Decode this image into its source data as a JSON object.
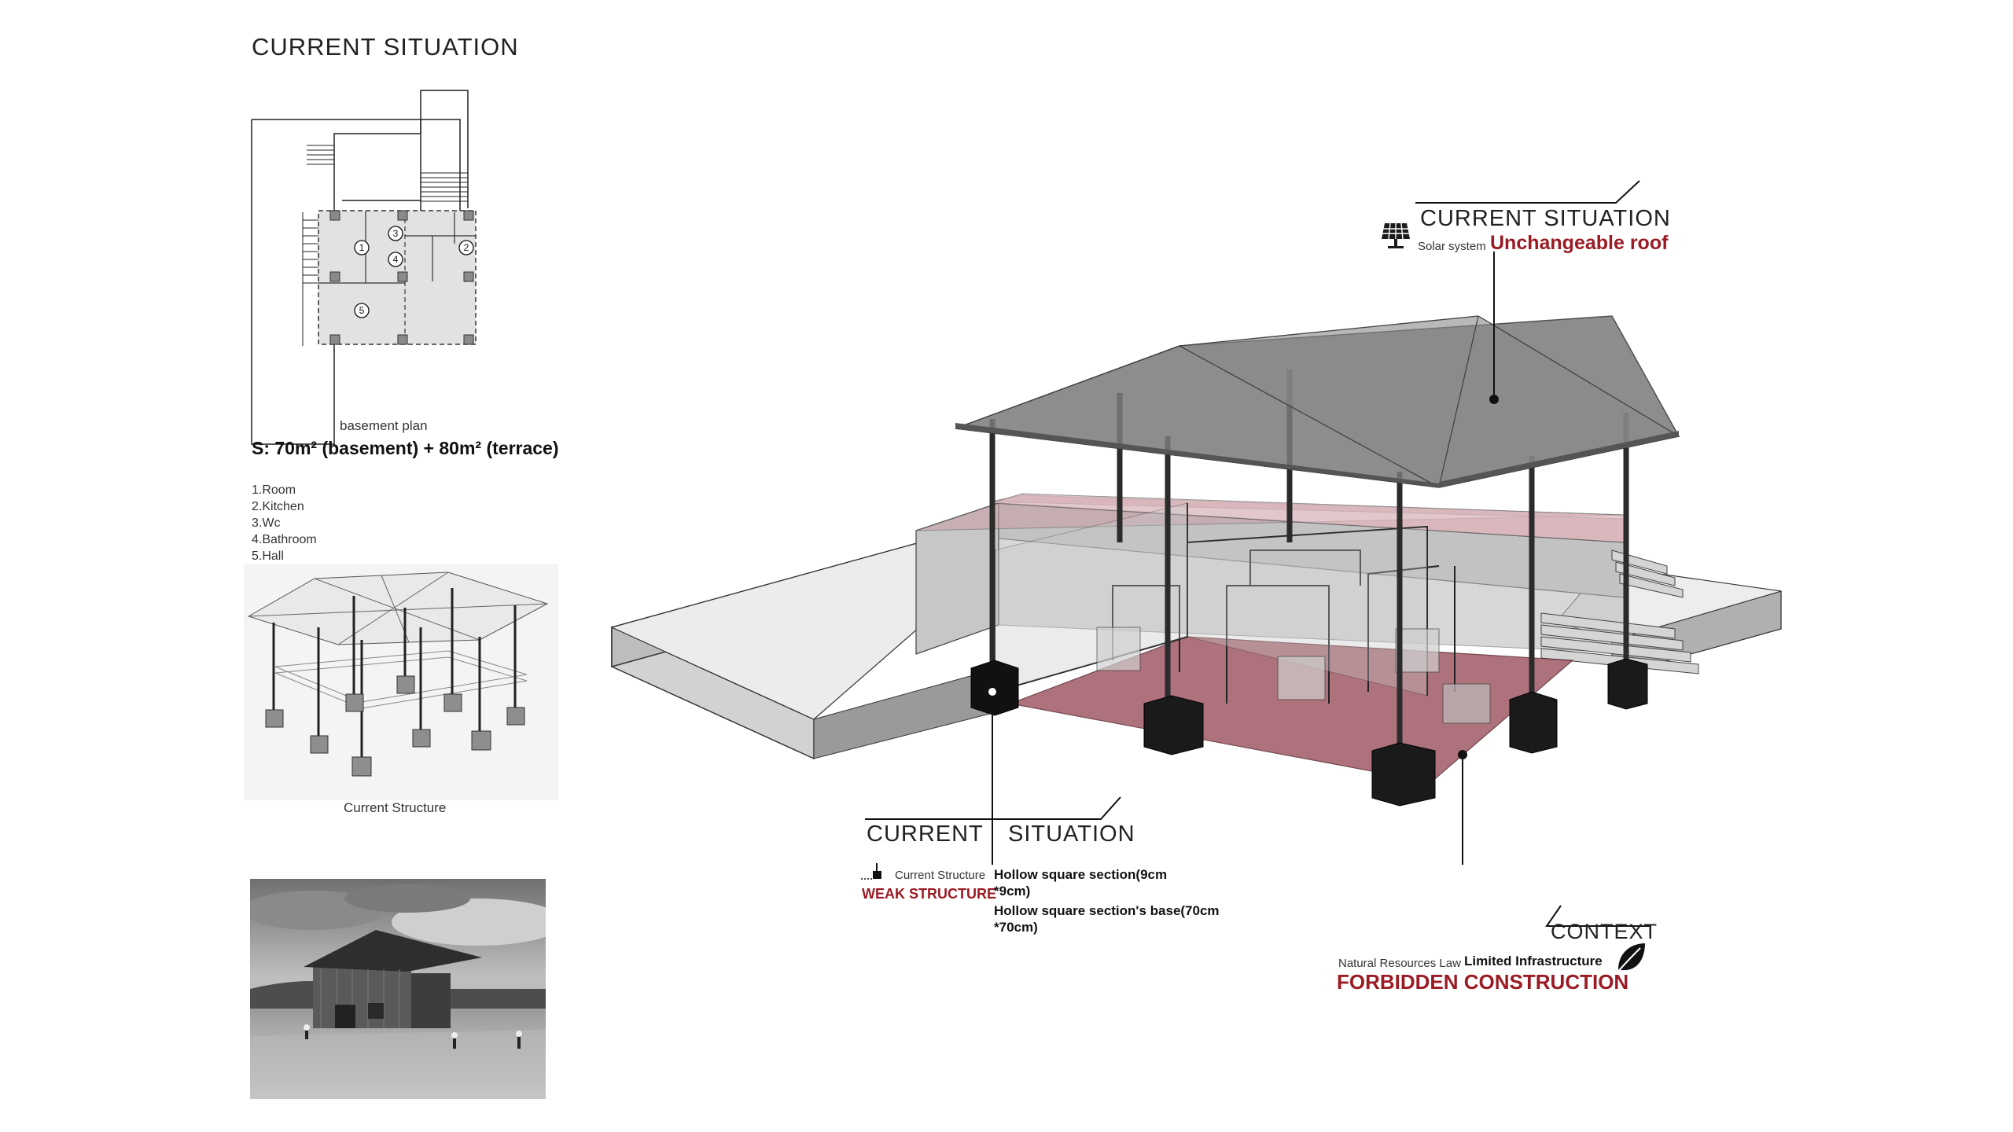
{
  "left": {
    "title": "CURRENT SITUATION",
    "plan_caption": "basement plan",
    "area_text": "S:  70m² (basement) + 80m² (terrace)",
    "legend": [
      "1.Room",
      "2.Kitchen",
      "3.Wc",
      "4.Bathroom",
      "5.Hall"
    ],
    "room_numbers": [
      "1",
      "2",
      "3",
      "4",
      "5"
    ],
    "structure_caption": "Current Structure"
  },
  "roof_callout": {
    "title": "CURRENT SITUATION",
    "label": "Solar system",
    "highlight": "Unchangeable roof",
    "icon": "solar-panel-icon"
  },
  "structure_callout": {
    "title_left": "CURRENT",
    "title_right": "SITUATION",
    "label": "Current Structure",
    "highlight": "WEAK STRUCTURE",
    "icon": "column-base-icon",
    "details": [
      "Hollow square section(9cm",
      "*9cm)",
      "Hollow square section's base(70cm",
      "*70cm)"
    ]
  },
  "context_callout": {
    "title": "CONTEXT",
    "label": "Natural Resources Law",
    "sub": "Limited Infrastructure",
    "highlight": "FORBIDDEN CONSTRUCTION",
    "icon": "leaf-icon"
  },
  "colors": {
    "accent_red": "#9b1b24",
    "floor_pink": "#a05a66",
    "roof_gray": "#666666"
  }
}
